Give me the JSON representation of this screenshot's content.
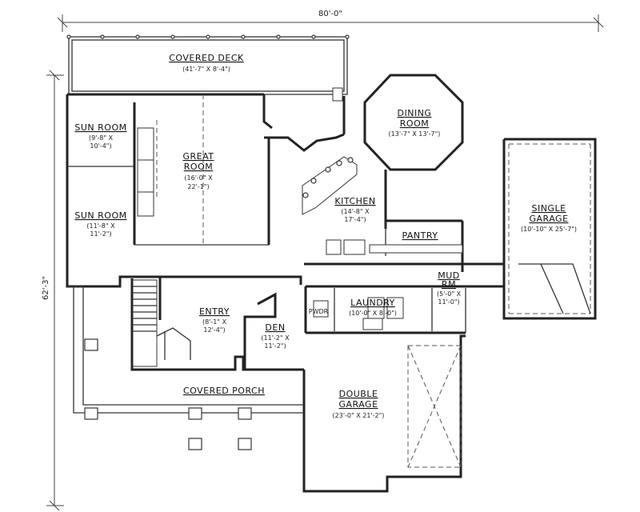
{
  "dimensions": {
    "width_label": "80'-0\"",
    "depth_label": "62'-3\""
  },
  "rooms": {
    "covered_deck": {
      "name": "COVERED DECK",
      "size": "(41'-7\" X 8'-4\")"
    },
    "sun_room_1": {
      "name": "SUN ROOM",
      "size_1": "(9'-8\" X",
      "size_2": "10'-4\")"
    },
    "sun_room_2": {
      "name": "SUN ROOM",
      "size_1": "(11'-8\" X",
      "size_2": "11'-2\")"
    },
    "great_room": {
      "name_1": "GREAT",
      "name_2": "ROOM",
      "size_1": "(16'-0\" X",
      "size_2": "22'-1\")"
    },
    "dining_room": {
      "name_1": "DINING",
      "name_2": "ROOM",
      "size": "(13'-7\" X 13'-7\")"
    },
    "kitchen": {
      "name": "KITCHEN",
      "size_1": "(14'-8\" X",
      "size_2": "17'-4\")"
    },
    "pantry": {
      "name": "PANTRY"
    },
    "single_garage": {
      "name_1": "SINGLE",
      "name_2": "GARAGE",
      "size": "(10'-10\" X 25'-7\")"
    },
    "mud_rm": {
      "name_1": "MUD",
      "name_2": "RM",
      "size_1": "(5'-0\" X",
      "size_2": "11'-0\")"
    },
    "laundry": {
      "name": "LAUNDRY",
      "size": "(10'-0\" X 8'-0\")"
    },
    "pwdr": {
      "name": "PWDR"
    },
    "entry": {
      "name": "ENTRY",
      "size_1": "(8'-1\" X",
      "size_2": "12'-4\")"
    },
    "den": {
      "name": "DEN",
      "size_1": "(11'-2\" X",
      "size_2": "11'-2\")"
    },
    "covered_porch": {
      "name": "COVERED PORCH"
    },
    "double_garage": {
      "name_1": "DOUBLE",
      "name_2": "GARAGE",
      "size": "(23'-0\" X 21'-2\")"
    }
  }
}
